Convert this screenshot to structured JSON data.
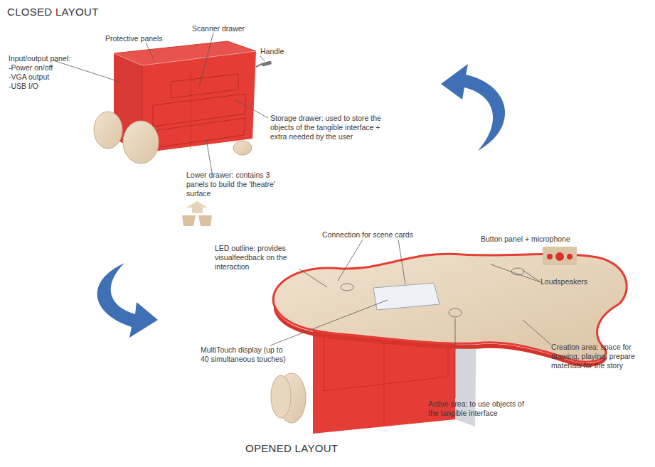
{
  "diagram": {
    "labels": [
      "CLOSED LAYOUT",
      "Protective panels",
      "Scanner drawer",
      "Handle",
      "Input/output panel:",
      "-Power on/off",
      "-VGA output",
      "-USB I/O",
      "Storage drawer: used to store the objects of the tangible interface + extra needed by the user",
      "Lower drawer: contains 3 panels to build the 'theatre' surface",
      "Connection for scene cards",
      "Button panel + microphone",
      "LED outline: provides visualfeedback on the interaction",
      "Loudspeakers",
      "MultiTouch display (up to 40 simultaneous touches)",
      "Creation area: space for drawing, playing, prepare materials for the story",
      "Active area: to use objects of the tangible interface",
      "OPENED LAYOUT"
    ]
  }
}
